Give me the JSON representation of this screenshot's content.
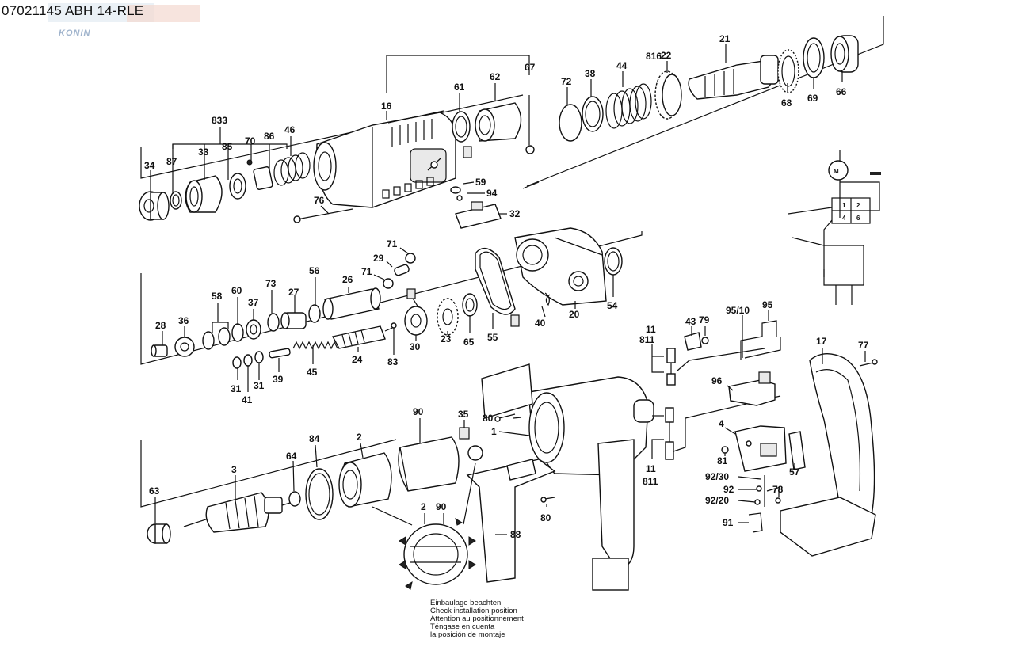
{
  "header": {
    "title": "07021145 ABH 14-RLE",
    "watermark": "KONIN"
  },
  "motor_symbol": "M",
  "wiring_pins": [
    "1",
    "2",
    "4",
    "6"
  ],
  "installation_note": [
    "Einbaulage beachten",
    "Check installation position",
    "Attention au positionnement",
    "Téngase en cuenta",
    "la posición de montaje"
  ],
  "labels": {
    "p816": "816",
    "p61": "61",
    "p62": "62",
    "p67": "67",
    "p16": "16",
    "p72": "72",
    "p38": "38",
    "p44": "44",
    "p22": "22",
    "p21": "21",
    "p68": "68",
    "p69": "69",
    "p66": "66",
    "p833": "833",
    "p87": "87",
    "p33": "33",
    "p85": "85",
    "p70": "70",
    "p86": "86",
    "p46": "46",
    "p34": "34",
    "p76": "76",
    "p59": "59",
    "p94": "94",
    "p32": "32",
    "p71a": "71",
    "p29": "29",
    "p71b": "71",
    "p56": "56",
    "p26": "26",
    "p73": "73",
    "p27": "27",
    "p60": "60",
    "p58": "58",
    "p37": "37",
    "p28": "28",
    "p36": "36",
    "p30": "30",
    "p23": "23",
    "p65": "65",
    "p55": "55",
    "p40": "40",
    "p20": "20",
    "p54": "54",
    "p24": "24",
    "p83": "83",
    "p45": "45",
    "p39": "39",
    "p31a": "31",
    "p31b": "31",
    "p41": "41",
    "p11a": "11",
    "p811a": "811",
    "p43": "43",
    "p79": "79",
    "p9510": "95/10",
    "p95": "95",
    "p96": "96",
    "p17": "17",
    "p77": "77",
    "p4": "4",
    "p81": "81",
    "p9230": "92/30",
    "p92": "92",
    "p78": "78",
    "p9220": "92/20",
    "p91": "91",
    "p57": "57",
    "p11b": "11",
    "p811b": "811",
    "p90": "90",
    "p35": "35",
    "p80a": "80",
    "p1": "1",
    "p2": "2",
    "p84": "84",
    "p64": "64",
    "p3": "3",
    "p63": "63",
    "p88": "88",
    "p80b": "80",
    "p2b": "2",
    "p90b": "90"
  }
}
